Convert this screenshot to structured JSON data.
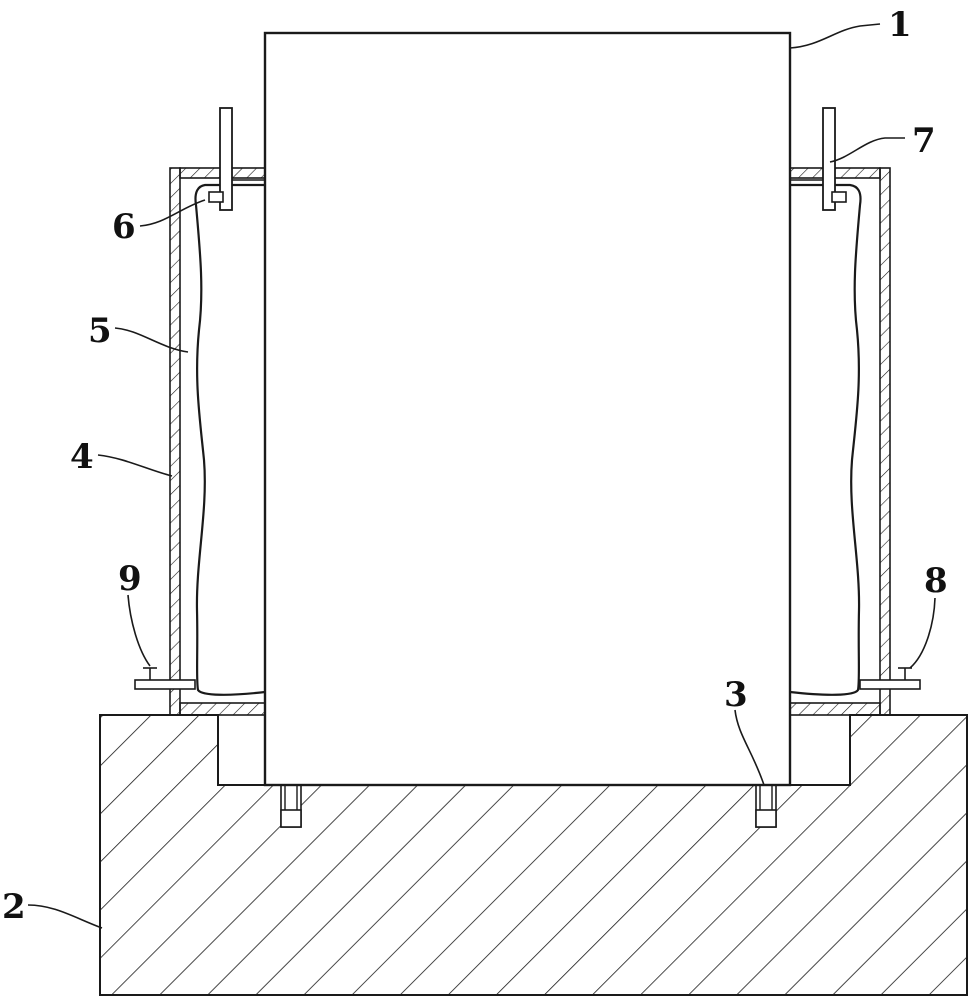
{
  "labels": {
    "part1": "1",
    "part2": "2",
    "part3": "3",
    "part4": "4",
    "part5": "5",
    "part6": "6",
    "part7": "7",
    "part8": "8",
    "part9": "9"
  },
  "colors": {
    "line": "#1a1a1a",
    "background": "#ffffff"
  }
}
